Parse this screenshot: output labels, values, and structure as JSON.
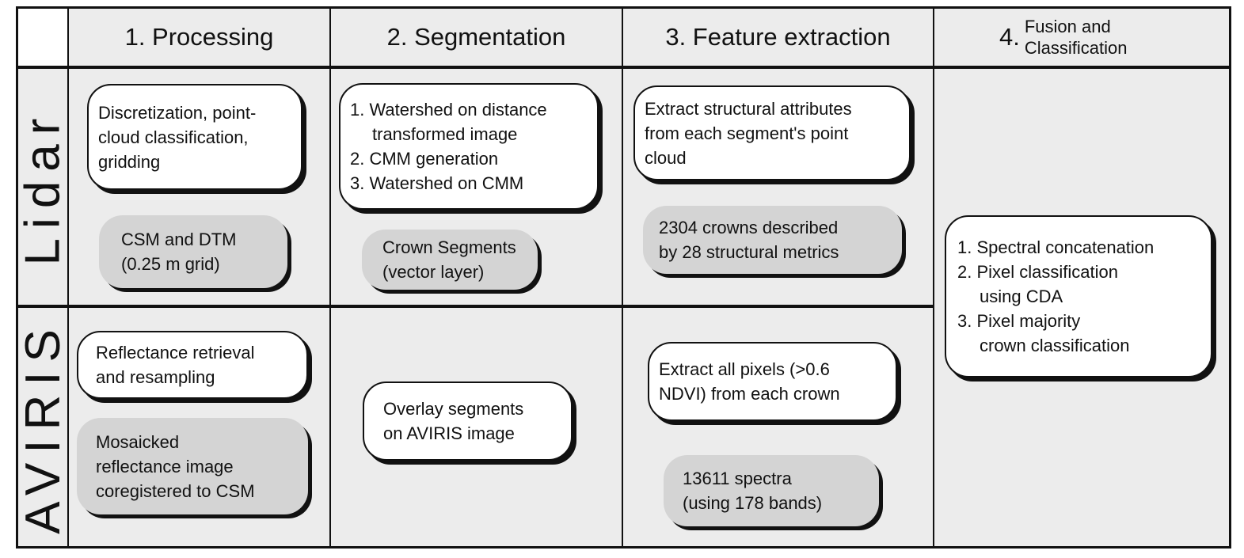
{
  "columns": {
    "processing": "1. Processing",
    "segmentation": "2. Segmentation",
    "feature": "3. Feature extraction",
    "fusion_number": "4.",
    "fusion_line1": "Fusion and",
    "fusion_line2": "Classification"
  },
  "rows": {
    "lidar": "Lidar",
    "aviris": "AVIRIS"
  },
  "lidar": {
    "processing_step": [
      "Discretization, point-",
      "cloud classification,",
      "gridding"
    ],
    "processing_output": [
      "CSM and DTM",
      "(0.25 m grid)"
    ],
    "segmentation_step": [
      "1. Watershed on distance",
      "transformed image",
      "2. CMM generation",
      "3. Watershed on CMM"
    ],
    "segmentation_output": [
      "Crown Segments",
      "(vector layer)"
    ],
    "feature_step": [
      "Extract structural attributes",
      "from each segment's point",
      "cloud"
    ],
    "feature_output": [
      "2304 crowns described",
      "by 28 structural metrics"
    ]
  },
  "aviris": {
    "processing_step": [
      "Reflectance retrieval",
      "and resampling"
    ],
    "processing_output": [
      "Mosaicked",
      "reflectance image",
      "coregistered to CSM"
    ],
    "segmentation_step": [
      "Overlay segments",
      "on AVIRIS image"
    ],
    "feature_step": [
      "Extract all pixels (>0.6",
      "NDVI) from each crown"
    ],
    "feature_output": [
      "13611 spectra",
      "(using 178 bands)"
    ]
  },
  "fusion": {
    "steps": [
      "1. Spectral concatenation",
      "2. Pixel classification",
      "using CDA",
      "3. Pixel majority",
      "crown classification"
    ]
  }
}
